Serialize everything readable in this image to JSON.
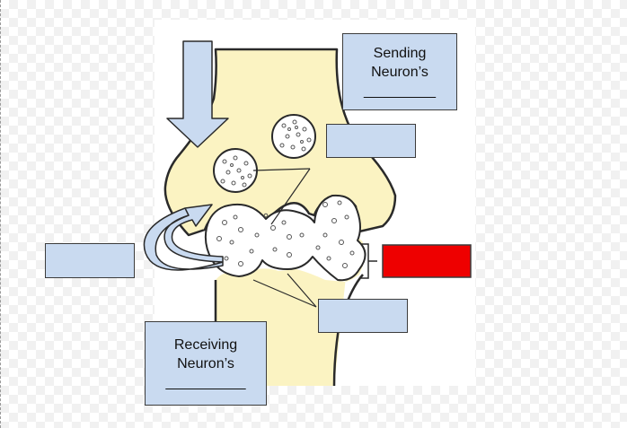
{
  "colors": {
    "neuron_fill": "#fbf3c2",
    "outline": "#2a2a2a",
    "label_box_fill": "#c9daf0",
    "arrow_fill": "#c9daf0",
    "highlight_box": "#ee0000"
  },
  "labels": {
    "sending_neuron": {
      "line1": "Sending",
      "line2": "Neuron’s",
      "blank": "_________"
    },
    "receiving_neuron": {
      "line1": "Receiving",
      "line2": "Neuron’s",
      "blank": "__________"
    },
    "blank_vesicles": "",
    "blank_left": "",
    "blank_receptors": "",
    "blank_synapse_gap": ""
  },
  "icons": [
    "down-arrow",
    "curved-arrow",
    "synapse-bracket"
  ]
}
